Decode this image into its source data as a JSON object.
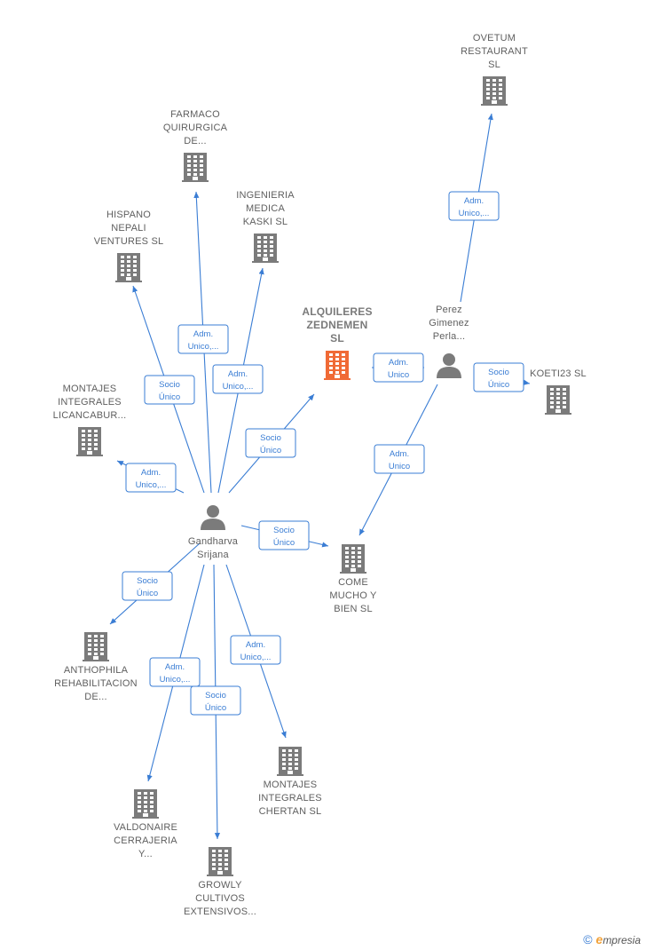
{
  "colors": {
    "company": "#7b7b7b",
    "highlight": "#f06a35",
    "person": "#7b7b7b",
    "edge": "#3a7dd4"
  },
  "nodes": [
    {
      "id": "ovetum",
      "type": "company",
      "lines": [
        "OVETUM",
        "RESTAURANT",
        "SL"
      ]
    },
    {
      "id": "farmaco",
      "type": "company",
      "lines": [
        "FARMACO",
        "QUIRURGICA",
        "DE..."
      ]
    },
    {
      "id": "ingenieria",
      "type": "company",
      "lines": [
        "INGENIERIA",
        "MEDICA",
        "KASKI  SL"
      ]
    },
    {
      "id": "hispano",
      "type": "company",
      "lines": [
        "HISPANO",
        "NEPALI",
        "VENTURES  SL"
      ]
    },
    {
      "id": "alquileres",
      "type": "highlight",
      "lines": [
        "ALQUILERES",
        "ZEDNEMEN",
        "SL"
      ]
    },
    {
      "id": "perez",
      "type": "person",
      "lines": [
        "Perez",
        "Gimenez",
        "Perla..."
      ]
    },
    {
      "id": "koeti",
      "type": "company",
      "lines": [
        "KOETI23  SL"
      ]
    },
    {
      "id": "montajes_l",
      "type": "company",
      "lines": [
        "MONTAJES",
        "INTEGRALES",
        "LICANCABUR..."
      ]
    },
    {
      "id": "gandharva",
      "type": "person",
      "lines": [
        "Gandharva",
        "Srijana"
      ]
    },
    {
      "id": "come",
      "type": "company",
      "lines": [
        "COME",
        "MUCHO Y",
        "BIEN  SL"
      ]
    },
    {
      "id": "anthophila",
      "type": "company",
      "lines": [
        "ANTHOPHILA",
        "REHABILITACION",
        "DE..."
      ]
    },
    {
      "id": "montajes_c",
      "type": "company",
      "lines": [
        "MONTAJES",
        "INTEGRALES",
        "CHERTAN  SL"
      ]
    },
    {
      "id": "valdonaire",
      "type": "company",
      "lines": [
        "VALDONAIRE",
        "CERRAJERIA",
        "Y..."
      ]
    },
    {
      "id": "growly",
      "type": "company",
      "lines": [
        "GROWLY",
        "CULTIVOS",
        "EXTENSIVOS..."
      ]
    }
  ],
  "edges": [
    {
      "from": "perez",
      "to": "ovetum",
      "label": [
        "Adm.",
        "Unico,..."
      ]
    },
    {
      "from": "perez",
      "to": "alquileres",
      "label": [
        "Adm.",
        "Unico"
      ]
    },
    {
      "from": "perez",
      "to": "koeti",
      "label": [
        "Socio",
        "Único"
      ]
    },
    {
      "from": "perez",
      "to": "come",
      "label": [
        "Adm.",
        "Unico"
      ]
    },
    {
      "from": "gandharva",
      "to": "farmaco",
      "label": [
        "Adm.",
        "Unico,..."
      ]
    },
    {
      "from": "gandharva",
      "to": "ingenieria",
      "label": [
        "Adm.",
        "Unico,..."
      ]
    },
    {
      "from": "gandharva",
      "to": "hispano",
      "label": [
        "Socio",
        "Único"
      ]
    },
    {
      "from": "gandharva",
      "to": "alquileres",
      "label": [
        "Socio",
        "Único"
      ]
    },
    {
      "from": "gandharva",
      "to": "montajes_l",
      "label": [
        "Adm.",
        "Unico,..."
      ]
    },
    {
      "from": "gandharva",
      "to": "come",
      "label": [
        "Socio",
        "Único"
      ]
    },
    {
      "from": "gandharva",
      "to": "anthophila",
      "label": [
        "Socio",
        "Único"
      ]
    },
    {
      "from": "gandharva",
      "to": "valdonaire",
      "label": [
        "Adm.",
        "Unico,..."
      ]
    },
    {
      "from": "gandharva",
      "to": "growly",
      "label": [
        "Socio",
        "Único"
      ]
    },
    {
      "from": "gandharva",
      "to": "montajes_c",
      "label": [
        "Adm.",
        "Unico,..."
      ]
    }
  ],
  "footer": {
    "copyright": "©",
    "brand_initial": "e",
    "brand_rest": "mpresia"
  }
}
